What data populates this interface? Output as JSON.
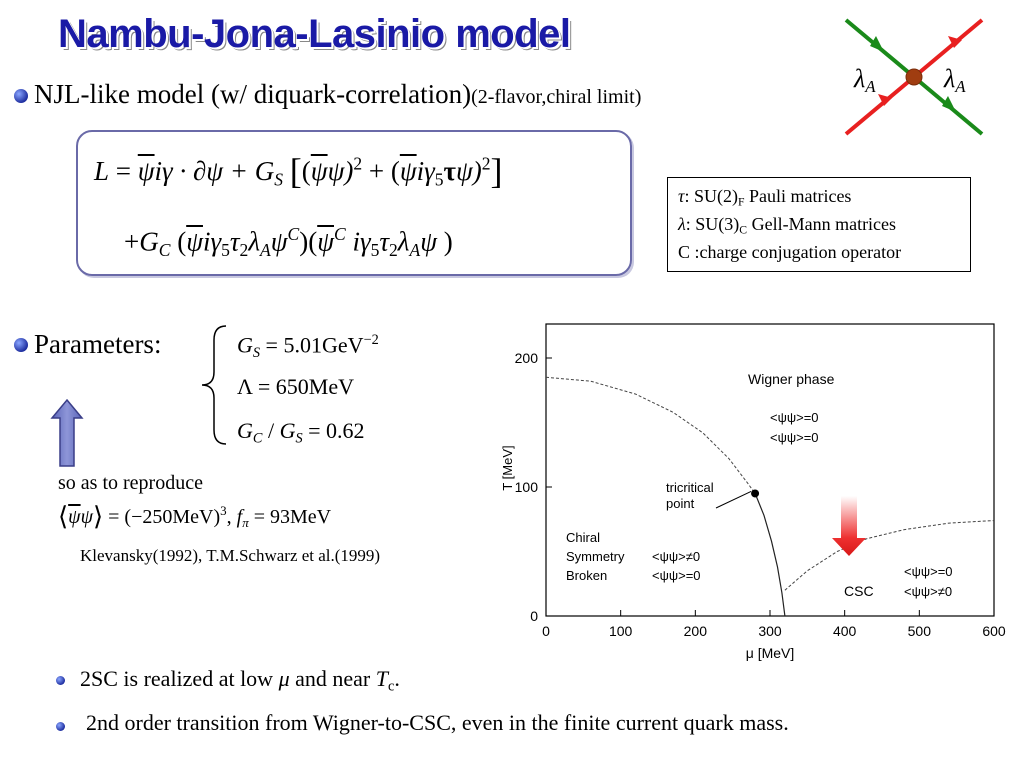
{
  "title": "Nambu-Jona-Lasinio model",
  "bullets": {
    "njl_main": "NJL-like model (w/ diquark-correlation)",
    "njl_note": "(2-flavor,chiral limit)",
    "params_label": "Parameters:",
    "reproduce_label": "so as to reproduce",
    "references": "Klevansky(1992), T.M.Schwarz et al.(1999)",
    "footnote1_pre": "2SC is realized at low ",
    "footnote1_mu": "μ",
    "footnote1_mid": " and near ",
    "footnote1_T": "T",
    "footnote1_c": "c",
    "footnote1_end": ".",
    "footnote2": "2nd order transition from Wigner-to-CSC, even in the finite current quark mass."
  },
  "vertex": {
    "left_label": "λ",
    "left_sub": "A",
    "right_label": "λ",
    "right_sub": "A",
    "colors": {
      "green": "#1a8a1a",
      "red": "#e82020",
      "vertex": "#a03d10"
    }
  },
  "lagrangian": {
    "line1": {
      "L": "L",
      "eq": " = ",
      "term1": "ψ",
      "term1b": "iγ · ∂ψ + ",
      "G": "G",
      "G_sub": "S",
      "bracket_l": "[",
      "p1": "(",
      "psibar1": "ψ",
      "psi1": "ψ)",
      "sq1": "2",
      "plus": " + (",
      "psibar2": "ψ",
      "rest2": "iγ",
      "five": "5",
      "tau": "τ",
      "psi2": "ψ)",
      "sq2": "2",
      "bracket_r": "]"
    },
    "line2": {
      "plus": "+",
      "G": "G",
      "G_sub": "C",
      "open": " (",
      "psibar1": "ψ",
      "i": "iγ",
      "five": "5",
      "tau": "τ",
      "two": "2",
      "lambda": "λ",
      "A": "A",
      "psi": "ψ",
      "C": "C",
      "mid": ")(",
      "psibar2": "ψ",
      "C2": "C",
      "i2": " iγ",
      "five2": "5",
      "tau2": "τ",
      "two2": "2",
      "lambda2": "λ",
      "A2": "A",
      "psi2": "ψ",
      "close": " )"
    }
  },
  "legend": {
    "tau_sym": "τ",
    "tau_text": ": SU(2)",
    "tau_sub": "F",
    "tau_desc": " Pauli matrices",
    "lambda_sym": "λ",
    "lambda_text": ": SU(3)",
    "lambda_sub": "C",
    "lambda_desc": " Gell-Mann matrices",
    "c_text": "C :charge conjugation operator"
  },
  "parameters": {
    "p1_G": "G",
    "p1_sub": "S",
    "p1_val": " = 5.01GeV",
    "p1_exp": "−2",
    "p2_sym": "Λ",
    "p2_val": " = 650MeV",
    "p3_G1": "G",
    "p3_sub1": "C",
    "p3_slash": " / ",
    "p3_G2": "G",
    "p3_sub2": "S",
    "p3_val": " = 0.62"
  },
  "reproduce": {
    "cond_l": "⟨",
    "psibar": "ψ",
    "psi": "ψ",
    "cond_r": "⟩",
    "eq1": " = (−250MeV)",
    "exp": "3",
    "comma": ", ",
    "f": "f",
    "pi": "π",
    "eq2": " = 93MeV"
  },
  "chart_data": {
    "type": "diagram",
    "xlabel": "μ [MeV]",
    "ylabel": "T [MeV]",
    "xlim": [
      0,
      600
    ],
    "ylim": [
      0,
      200
    ],
    "xticks": [
      0,
      100,
      200,
      300,
      400,
      500,
      600
    ],
    "yticks": [
      0,
      100,
      200
    ],
    "phase_labels": {
      "wigner": "Wigner phase",
      "wigner_c1": "<ψψ>=0",
      "wigner_c2": "<ψψ>=0",
      "chiral1": "Chiral",
      "chiral2": "Symmetry",
      "chiral3": "Broken",
      "chiral_c1": "<ψψ>≠0",
      "chiral_c2": "<ψψ>=0",
      "csc": "CSC",
      "csc_c1": "<ψψ>=0",
      "csc_c2": "<ψψ>≠0",
      "tricritical1": "tricritical",
      "tricritical2": "point"
    },
    "second_order_boundary": [
      [
        0,
        185
      ],
      [
        60,
        182
      ],
      [
        120,
        172
      ],
      [
        170,
        158
      ],
      [
        210,
        142
      ],
      [
        245,
        122
      ],
      [
        270,
        103
      ],
      [
        280,
        95
      ]
    ],
    "first_order_boundary": [
      [
        280,
        95
      ],
      [
        292,
        78
      ],
      [
        302,
        58
      ],
      [
        310,
        38
      ],
      [
        316,
        18
      ],
      [
        320,
        0
      ]
    ],
    "csc_boundary": [
      [
        320,
        20
      ],
      [
        350,
        35
      ],
      [
        390,
        50
      ],
      [
        430,
        60
      ],
      [
        480,
        67
      ],
      [
        540,
        72
      ],
      [
        600,
        74
      ]
    ],
    "tricritical_point": [
      280,
      95
    ],
    "arrow_color": "#e02020"
  }
}
